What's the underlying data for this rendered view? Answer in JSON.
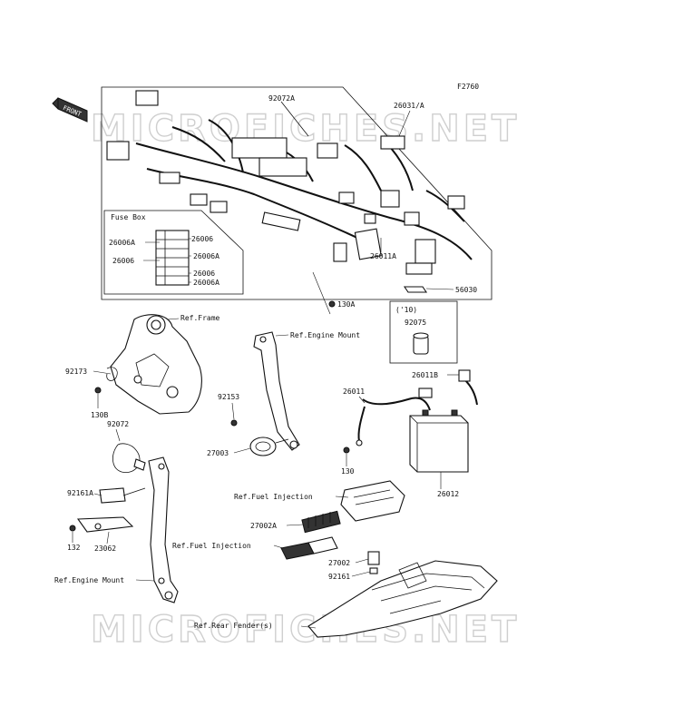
{
  "figure_code": "F2760",
  "front_tag": "FRONT",
  "watermark": "MICROFICHES.NET",
  "fuse_box": {
    "title": "Fuse Box",
    "labels": [
      "26006A",
      "26006",
      "26006",
      "26006A",
      "26006",
      "26006A"
    ]
  },
  "labels": {
    "p92072A": "92072A",
    "p26031A": "26031/A",
    "p26011A": "26011A",
    "p56030": "56030",
    "p130A": "130A",
    "ref_frame": "Ref.Frame",
    "ref_engine_mount_top": "Ref.Engine Mount",
    "p92173": "92173",
    "p130B": "130B",
    "p92153": "92153",
    "p27003": "27003",
    "year_note": "('10)",
    "p92075": "92075",
    "p26011B": "26011B",
    "p26011": "26011",
    "p130": "130",
    "p26012": "26012",
    "p92072": "92072",
    "p92161A": "92161A",
    "p132": "132",
    "p23062": "23062",
    "ref_engine_mount_bottom": "Ref.Engine Mount",
    "ref_fuel_injection_1": "Ref.Fuel Injection",
    "p27002A": "27002A",
    "ref_fuel_injection_2": "Ref.Fuel Injection",
    "p27002": "27002",
    "p92161": "92161",
    "ref_rear_fender": "Ref.Rear Fender(s)"
  }
}
